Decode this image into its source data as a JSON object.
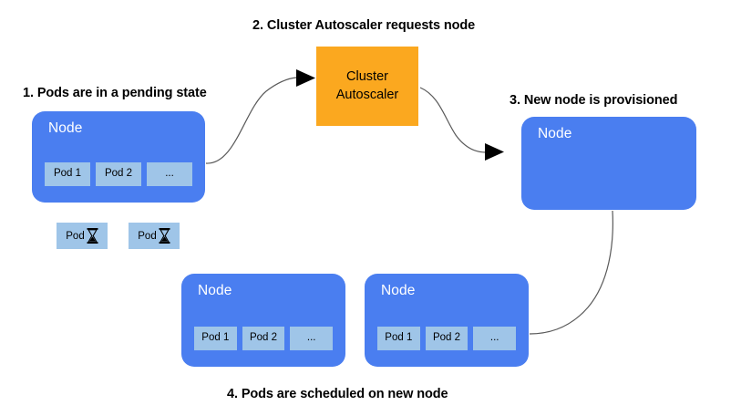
{
  "diagram": {
    "title": "Kubernetes Cluster Autoscaler node provisioning flow",
    "background": "#ffffff",
    "colors": {
      "node_fill": "#4a7ef0",
      "pod_fill": "#9fc5e8",
      "autoscaler_fill": "#fba81f",
      "label_text": "#000000",
      "node_title_text": "#ffffff",
      "arrow_stroke": "#595959",
      "arrowhead_fill": "#000000"
    }
  },
  "steps": [
    {
      "id": "step-1",
      "label": "1. Pods are in a pending state"
    },
    {
      "id": "step-2",
      "label": "2. Cluster Autoscaler requests node"
    },
    {
      "id": "step-3",
      "label": "3. New node is provisioned"
    },
    {
      "id": "step-4",
      "label": "4. Pods are scheduled on new node"
    }
  ],
  "nodes": {
    "pending_node": {
      "title": "Node",
      "pods": [
        "Pod 1",
        "Pod 2",
        "..."
      ]
    },
    "new_node": {
      "title": "Node",
      "pods": []
    },
    "scheduled_node_left": {
      "title": "Node",
      "pods": [
        "Pod 1",
        "Pod 2",
        "..."
      ]
    },
    "scheduled_node_right": {
      "title": "Node",
      "pods": [
        "Pod 1",
        "Pod 2",
        "..."
      ]
    }
  },
  "pending_pods": [
    {
      "label": "Pod",
      "icon": "hourglass-icon"
    },
    {
      "label": "Pod",
      "icon": "hourglass-icon"
    }
  ],
  "autoscaler": {
    "line1": "Cluster",
    "line2": "Autoscaler"
  },
  "arrows": [
    {
      "id": "arrow-pending-to-autoscaler",
      "from": "pending_node",
      "to": "autoscaler",
      "arrowhead": true
    },
    {
      "id": "arrow-autoscaler-to-new-node",
      "from": "autoscaler",
      "to": "new_node",
      "arrowhead": true
    },
    {
      "id": "arrow-new-node-to-scheduled",
      "from": "new_node",
      "to": "scheduled_node_right",
      "arrowhead": false
    }
  ]
}
